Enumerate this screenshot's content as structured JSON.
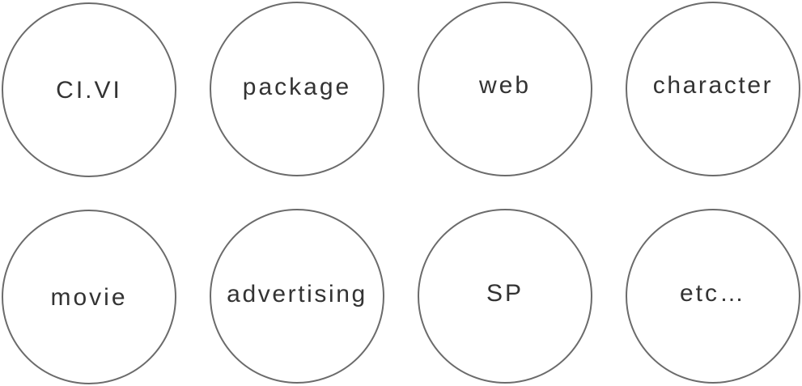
{
  "categories": [
    {
      "label": "CI.VI"
    },
    {
      "label": "package"
    },
    {
      "label": "web"
    },
    {
      "label": "character"
    },
    {
      "label": "movie"
    },
    {
      "label": "advertising"
    },
    {
      "label": "SP"
    },
    {
      "label": "etc…"
    }
  ],
  "colors": {
    "circle_border": "#6b6b6b",
    "text": "#333333",
    "background": "#ffffff"
  }
}
